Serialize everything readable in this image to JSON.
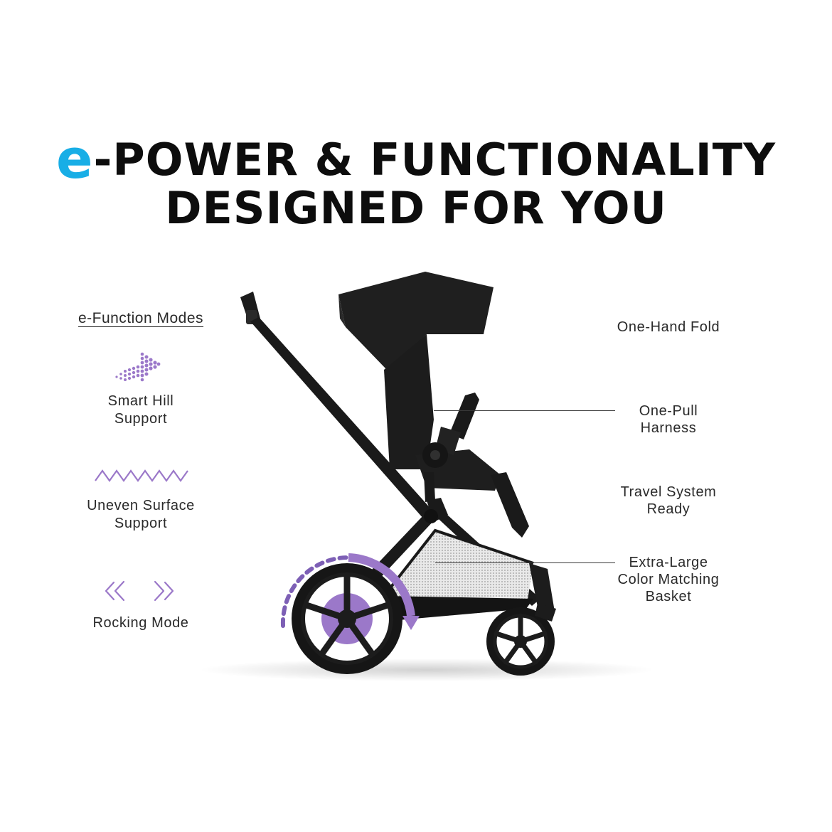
{
  "headline": {
    "logo_letter": "e",
    "line1_rest": "-POWER & FUNCTIONALITY",
    "line2": "DESIGNED FOR YOU"
  },
  "modes": {
    "title": "e-Function Modes",
    "items": [
      {
        "label": "Smart Hill\nSupport",
        "icon": "dotted-arrow-icon"
      },
      {
        "label": "Uneven Surface\nSupport",
        "icon": "zigzag-icon"
      },
      {
        "label": "Rocking Mode",
        "icon": "double-chevrons-icon"
      }
    ]
  },
  "callouts": [
    {
      "label": "One-Hand Fold"
    },
    {
      "label": "One-Pull\nHarness"
    },
    {
      "label": "Travel System\nReady"
    },
    {
      "label": "Extra-Large\nColor Matching\nBasket"
    }
  ],
  "colors": {
    "accent_blue": "#18aee6",
    "accent_purple": "#9b78c9",
    "text": "#1a1a1a",
    "stroller_black": "#1c1c1c"
  }
}
